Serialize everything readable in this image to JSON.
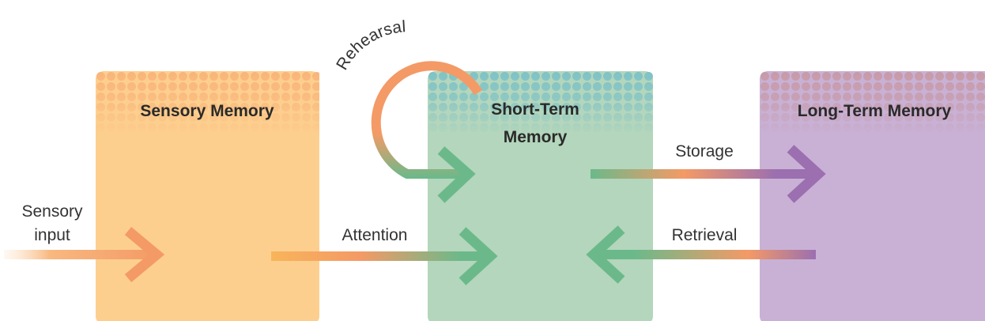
{
  "diagram": {
    "title": "Multi-store model of memory",
    "stores": [
      {
        "id": "sensory",
        "label_lines": [
          "Sensory Memory"
        ],
        "fill": "#fdcf8f",
        "dot_color": "#f9b57a"
      },
      {
        "id": "short_term",
        "label_lines": [
          "Short-Term",
          "Memory"
        ],
        "fill": "#b3d6bc",
        "dot_color": "#7fc2c6"
      },
      {
        "id": "long_term",
        "label_lines": [
          "Long-Term Memory"
        ],
        "fill": "#c9b1d5",
        "dot_color": "#c79aa8"
      }
    ],
    "flows": [
      {
        "id": "sensory_input",
        "label_lines": [
          "Sensory",
          "input"
        ],
        "from": "outside",
        "to": "sensory",
        "colors": [
          "#fde0c0",
          "#f6a068",
          "#f49a66"
        ]
      },
      {
        "id": "attention",
        "label_lines": [
          "Attention"
        ],
        "from": "sensory",
        "to": "short_term",
        "colors": [
          "#f8b45a",
          "#f49a66",
          "#6bb98a"
        ]
      },
      {
        "id": "rehearsal",
        "label_lines": [
          "Rehearsal"
        ],
        "from": "short_term",
        "to": "short_term",
        "colors": [
          "#5faa80",
          "#f49a66",
          "#6bb98a"
        ]
      },
      {
        "id": "storage",
        "label_lines": [
          "Storage"
        ],
        "from": "short_term",
        "to": "long_term",
        "colors": [
          "#6bb98a",
          "#f49a66",
          "#9b6fb0"
        ]
      },
      {
        "id": "retrieval",
        "label_lines": [
          "Retrieval"
        ],
        "from": "long_term",
        "to": "short_term",
        "colors": [
          "#9b6fb0",
          "#f49a66",
          "#6bb98a"
        ]
      }
    ],
    "text_color": "#2a2a2a"
  }
}
